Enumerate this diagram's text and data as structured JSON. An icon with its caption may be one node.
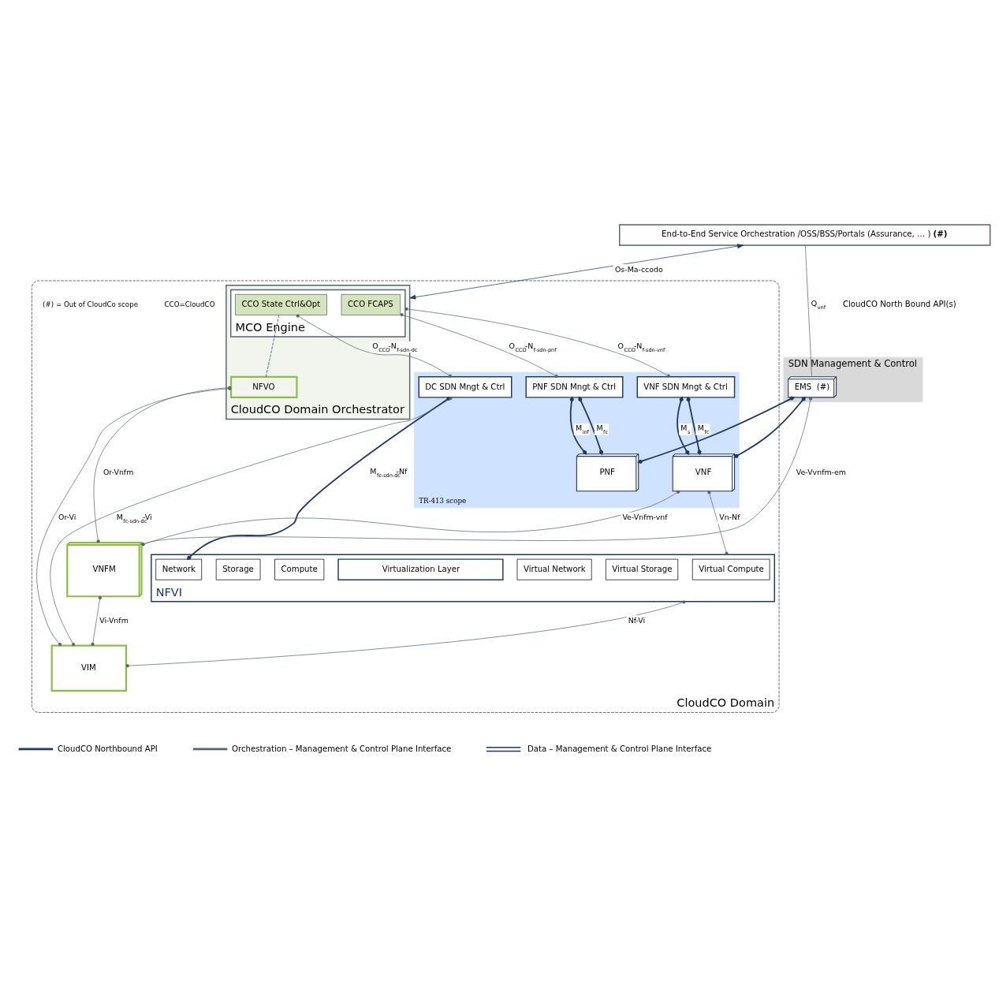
{
  "diagram": {
    "nodes": [
      {
        "text": [
          "End-to-End Service Orchestration /OSS/BSS/Portals (Assurance, … ) **(#)**"
        ]
      },
      {
        "text": [
          "CloudCO Domain"
        ]
      },
      {
        "text": [
          "CloudCO Domain Orchestrator"
        ],
        "in": 1
      },
      {
        "text": [
          "MCO Engine"
        ],
        "in": 2
      },
      {
        "text": [
          "CCO FCAPS"
        ],
        "in": 3
      },
      {
        "text": [
          "CCO State Ctrl&Opt"
        ],
        "in": 3
      },
      {
        "text": [
          "NFVO"
        ],
        "in": 2
      },
      {
        "text": [
          "SDN Management & Control"
        ]
      },
      {
        "text": [
          "EMS  (#)"
        ],
        "in": 7
      },
      {
        "text": [
          "TR-413 scope"
        ],
        "in": 1
      },
      {
        "text": [
          "PNF SDN Mngt & Ctrl"
        ],
        "in": 9
      },
      {
        "text": [
          "VNF SDN Mngt & Ctrl"
        ],
        "in": 9
      },
      {
        "text": [
          "DC SDN Mngt & Ctrl"
        ],
        "in": 9
      },
      {
        "text": [
          "PNF"
        ],
        "in": 9
      },
      {
        "text": [
          "VNF"
        ],
        "in": 9
      },
      {
        "text": [
          "VNFM"
        ],
        "in": 1
      },
      {
        "text": [
          "NFVI"
        ],
        "in": 1
      },
      {
        "text": [
          "Virtual Compute"
        ],
        "in": 16
      },
      {
        "text": [
          "Virtual Storage"
        ],
        "in": 16
      },
      {
        "text": [
          "Virtual Network"
        ],
        "in": 16
      },
      {
        "text": [
          "Virtualization Layer"
        ],
        "in": 16
      },
      {
        "text": [
          "Compute"
        ],
        "in": 16
      },
      {
        "text": [
          "Storage"
        ],
        "in": 16
      },
      {
        "text": [
          "Network"
        ],
        "in": 16
      },
      {
        "text": [
          "VIM"
        ],
        "in": 1
      }
    ],
    "edges": [
      {
        "from": 0,
        "to": 2,
        "arrow": "both",
        "label": "Os-Ma-ccodo",
        "color": "#1f3864"
      },
      {
        "from": 0,
        "to": 8,
        "arrow": "none",
        "label": "Q$_{vnf}$"
      },
      {
        "from": 4,
        "to": 10,
        "arrow": "other",
        "label": "O$_{CCO}$-N$_{f-sdn-pnf}$"
      },
      {
        "from": 3,
        "to": 11,
        "arrow": "other",
        "label": "O$_{CCO}$-N$_{f-sdn-vnf}$"
      },
      {
        "from": 5,
        "to": 12,
        "arrow": "other",
        "label": "O$_{CCO}$-N$_{f-sdn-dc}$"
      },
      {
        "from": 5,
        "to": 6,
        "arrow": "none",
        "style": "dashed",
        "color": "#1f3864"
      },
      {
        "from": 6,
        "to": 15,
        "arrow": "other",
        "label": "Or-Vnfm"
      },
      {
        "from": 6,
        "to": 24,
        "arrow": "other",
        "label": "Or-Vi"
      },
      {
        "from": 8,
        "to": 15,
        "arrow": "other",
        "label": "Ve-Vvnfm-em"
      },
      {
        "from": 8,
        "to": 13,
        "arrow": "other",
        "color": "#1f3864"
      },
      {
        "from": 8,
        "to": 14,
        "arrow": "other",
        "color": "#1f3864"
      },
      {
        "from": 10,
        "to": 13,
        "arrow": "other",
        "label": "M$_{inf}$",
        "color": "#1f3864"
      },
      {
        "from": 10,
        "to": 13,
        "arrow": "other",
        "label": "M$_{fc}$",
        "color": "#1f3864"
      },
      {
        "from": 11,
        "to": 14,
        "arrow": "other",
        "label": "M$_{s}$",
        "color": "#1f3864"
      },
      {
        "from": 11,
        "to": 14,
        "arrow": "other",
        "label": "M$_{fc}$",
        "color": "#1f3864"
      },
      {
        "from": 14,
        "to": 15,
        "arrow": "other",
        "label": "Ve-Vnfm-vnf"
      },
      {
        "from": 14,
        "to": 16,
        "arrow": "other",
        "label": "Vn-Nf"
      },
      {
        "from": 12,
        "to": 23,
        "arrow": "other",
        "label": "M$_{fc-sdn-dc}$-Nf",
        "color": "#1f3864"
      },
      {
        "from": 12,
        "to": 24,
        "arrow": "other",
        "label": "M$_{fc-sdn-dc}$-Vi"
      },
      {
        "from": 15,
        "to": 24,
        "arrow": "other",
        "label": "Vi-Vnfm"
      },
      {
        "from": 16,
        "to": 24,
        "arrow": "other",
        "label": "Nf-Vi"
      }
    ],
    "labels": [
      "CloudCO North Bound API(s)",
      "CCO=CloudCO",
      "(#) = Out of CloudCo scope"
    ],
    "legend": [
      {
        "text": "CloudCO Northbound API"
      },
      {
        "text": "Orchestration – Management & Control Plane Interface"
      },
      {
        "text": "Data – Management & Control Plane Interface"
      }
    ]
  }
}
